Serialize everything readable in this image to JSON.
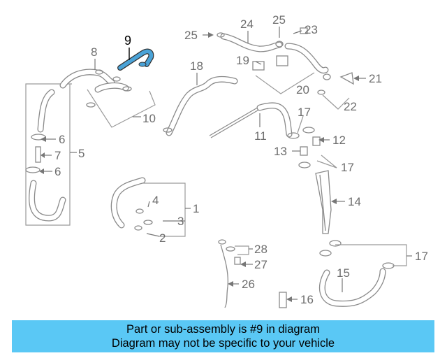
{
  "highlight_part": "9",
  "callouts": {
    "c1": "1",
    "c2": "2",
    "c3": "3",
    "c4": "4",
    "c5": "5",
    "c6a": "6",
    "c6b": "6",
    "c7": "7",
    "c8": "8",
    "c9": "9",
    "c10": "10",
    "c11": "11",
    "c12": "12",
    "c13": "13",
    "c14": "14",
    "c15": "15",
    "c16": "16",
    "c17a": "17",
    "c17b": "17",
    "c17c": "17",
    "c18": "18",
    "c19": "19",
    "c20": "20",
    "c21": "21",
    "c22": "22",
    "c23": "23",
    "c24": "24",
    "c25a": "25",
    "c25b": "25",
    "c26": "26",
    "c27": "27",
    "c28": "28"
  },
  "colors": {
    "highlight": "#4aa3d8",
    "banner": "#5ac8f5"
  },
  "banner": {
    "line1": "Part or sub-assembly is #9 in diagram",
    "line2": "Diagram may not be specific to your vehicle"
  }
}
